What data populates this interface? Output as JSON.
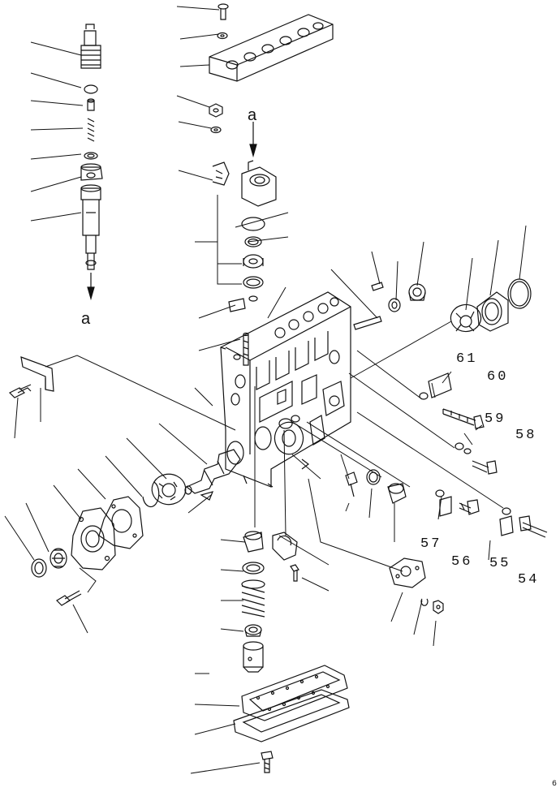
{
  "diagram": {
    "view_marker": "a",
    "page_code": "6",
    "callouts": [
      "61",
      "60",
      "59",
      "58",
      "57",
      "56",
      "55",
      "54"
    ]
  }
}
